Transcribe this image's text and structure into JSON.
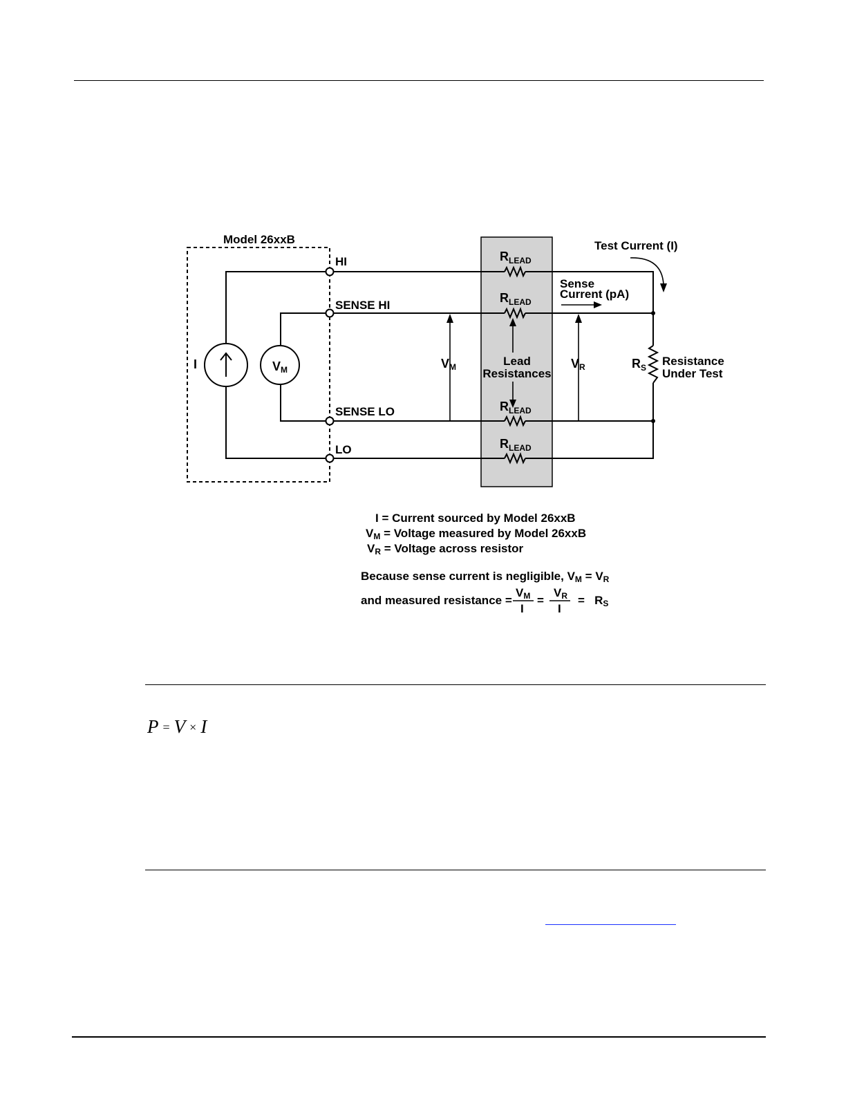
{
  "diagram": {
    "instrument_label": "Model 26xxB",
    "terminals": {
      "hi": "HI",
      "sense_hi": "SENSE HI",
      "sense_lo": "SENSE LO",
      "lo": "LO"
    },
    "current_source_label": "I",
    "voltmeter": {
      "symbol": "V",
      "subscript": "M"
    },
    "r_lead": {
      "symbol": "R",
      "subscript": "LEAD"
    },
    "vm_measure": {
      "symbol": "V",
      "subscript": "M"
    },
    "vr_measure": {
      "symbol": "V",
      "subscript": "R"
    },
    "lead_resistances": {
      "line1": "Lead",
      "line2": "Resistances"
    },
    "test_current": "Test Current (I)",
    "sense_current": {
      "line1": "Sense",
      "line2": "Current (pA)"
    },
    "rs": {
      "symbol": "R",
      "subscript": "S"
    },
    "resistance_under_test": {
      "line1": "Resistance",
      "line2": "Under Test"
    }
  },
  "legend": {
    "i_def": {
      "symbol": "I",
      "text": "= Current sourced by Model 26xxB"
    },
    "vm_def": {
      "symbol": "V",
      "subscript": "M",
      "text": "= Voltage measured by Model 26xxB"
    },
    "vr_def": {
      "symbol": "V",
      "subscript": "R",
      "text": "= Voltage across resistor"
    },
    "because_text": "Because sense current is negligible,",
    "measured_text": "and measured resistance =",
    "eq": "=",
    "frac_denominator": "I"
  },
  "power_formula": {
    "p": "P",
    "eq": "=",
    "v": "V",
    "times": "×",
    "i": "I"
  },
  "colors": {
    "shaded_box": "#d3d3d3",
    "link": "#1a31ff"
  }
}
